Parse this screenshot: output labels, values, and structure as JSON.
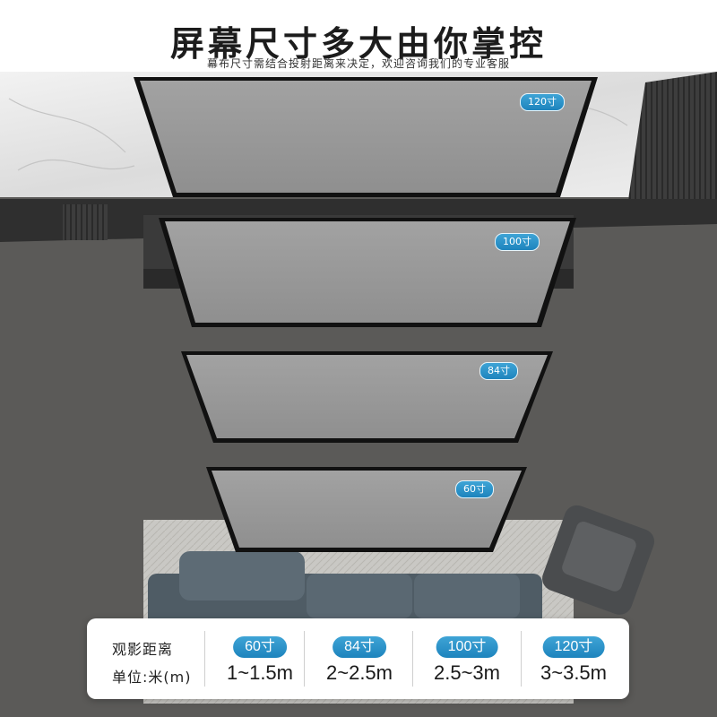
{
  "header": {
    "title": "屏幕尺寸多大由你掌控",
    "subtitle": "幕布尺寸需结合投射距离来决定，欢迎咨询我们的专业客服"
  },
  "screens": [
    {
      "size_label": "120寸"
    },
    {
      "size_label": "100寸"
    },
    {
      "size_label": "84寸"
    },
    {
      "size_label": "60寸"
    }
  ],
  "info_panel": {
    "label_line1": "观影距离",
    "label_line2": "单位:米(m)",
    "columns": [
      {
        "size": "60寸",
        "range": "1~1.5m"
      },
      {
        "size": "84寸",
        "range": "2~2.5m"
      },
      {
        "size": "100寸",
        "range": "2.5~3m"
      },
      {
        "size": "120寸",
        "range": "3~3.5m"
      }
    ]
  },
  "colors": {
    "accent": "#1d84bd",
    "screen_gray": "#9a9a9a",
    "frame": "#111111"
  }
}
